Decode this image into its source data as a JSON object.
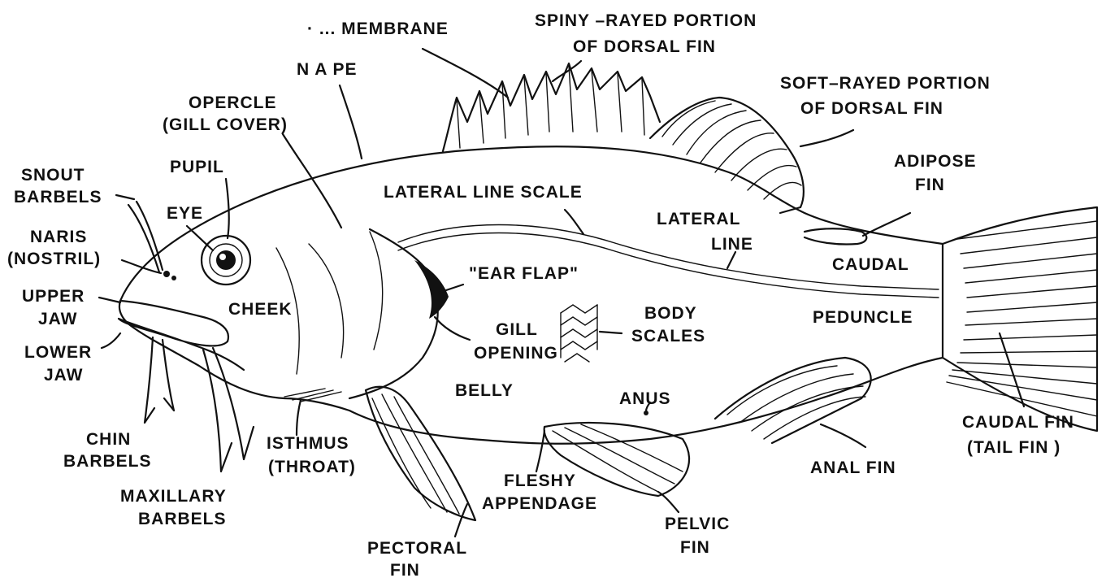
{
  "labels": {
    "membrane": "· ... MEMBRANE",
    "spiny_dorsal_1": "SPINY –RAYED PORTION",
    "spiny_dorsal_2": "OF  DORSAL  FIN",
    "soft_dorsal_1": "SOFT–RAYED PORTION",
    "soft_dorsal_2": "OF  DORSAL  FIN",
    "nape": "N A PE",
    "opercle_1": "OPERCLE",
    "opercle_2": "(GILL COVER)",
    "pupil": "PUPIL",
    "snout_barbels_1": "SNOUT",
    "snout_barbels_2": "BARBELS",
    "eye": "EYE",
    "naris_1": "NARIS",
    "naris_2": "(NOSTRIL)",
    "upper_jaw_1": "UPPER",
    "upper_jaw_2": "JAW",
    "lower_jaw_1": "LOWER",
    "lower_jaw_2": "JAW",
    "cheek": "CHEEK",
    "chin_barbels_1": "CHIN",
    "chin_barbels_2": "BARBELS",
    "maxillary_barbels_1": "MAXILLARY",
    "maxillary_barbels_2": "BARBELS",
    "isthmus_1": "ISTHMUS",
    "isthmus_2": "(THROAT)",
    "lateral_line_scale": "LATERAL  LINE  SCALE",
    "ear_flap": "\"EAR FLAP\"",
    "gill_opening_1": "GILL",
    "gill_opening_2": "OPENING",
    "body_scales_1": "BODY",
    "body_scales_2": "SCALES",
    "belly": "BELLY",
    "lateral_line_1": "LATERAL",
    "lateral_line_2": "LINE",
    "adipose_1": "ADIPOSE",
    "adipose_2": "FIN",
    "caudal_peduncle_1": "CAUDAL",
    "caudal_peduncle_2": "PEDUNCLE",
    "anus": "ANUS",
    "caudal_fin_1": "CAUDAL FIN",
    "caudal_fin_2": "(TAIL FIN )",
    "anal_fin": "ANAL  FIN",
    "fleshy_1": "FLESHY",
    "fleshy_2": "APPENDAGE",
    "pelvic_1": "PELVIC",
    "pelvic_2": "FIN",
    "pectoral_1": "PECTORAL",
    "pectoral_2": "FIN"
  }
}
